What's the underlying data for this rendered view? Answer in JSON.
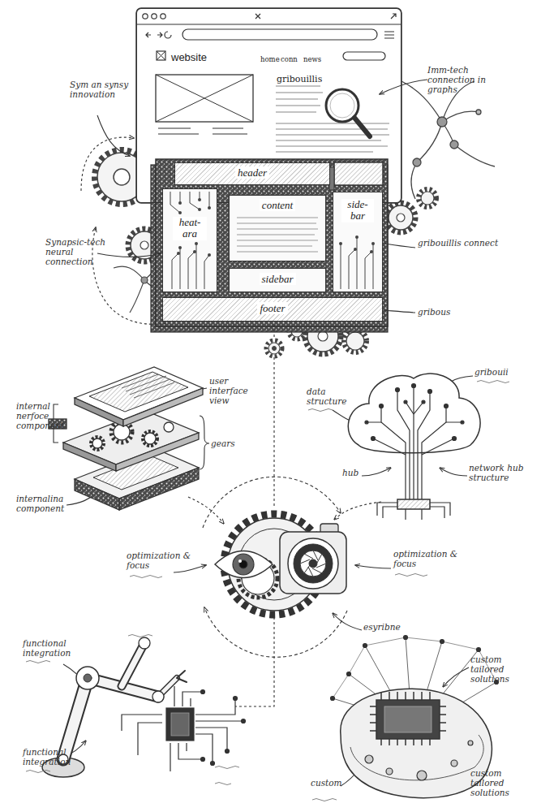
{
  "diagram": {
    "nodes": [
      {
        "text": [
          "website",
          "home",
          "conn",
          "news",
          "gribouillis"
        ]
      },
      {
        "text": [
          "header"
        ]
      },
      {
        "text": [
          "heat- ara"
        ]
      },
      {
        "text": [
          "content"
        ]
      },
      {
        "text": [
          "side- bar"
        ]
      },
      {
        "text": [
          "sidebar"
        ]
      },
      {
        "text": [
          "footer"
        ]
      }
    ],
    "labels": [
      "Sym an synsy innovation",
      "Imm-tech connection in graphs",
      "Synapsic-tech neural connection",
      "gribouillis connect",
      "gribous",
      "user interface view",
      "internal nerfoce component",
      "gears",
      "internalina component",
      "data structure",
      "gribouii",
      "hub",
      "network hub structure",
      "optimization & focus",
      "optimization & focus",
      "esyribne",
      "functional integration",
      "functional integration",
      "custom tailored solutions",
      "custom tailored solutions",
      "custom"
    ]
  }
}
